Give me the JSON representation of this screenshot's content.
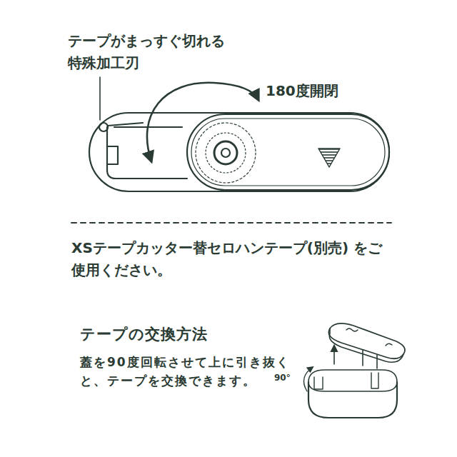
{
  "diagram": {
    "labels": [
      "テープがまっすぐ切れる 特殊加工刃",
      "180度開閉",
      "XSテープカッター替セロハンテープ(別売) をご使用ください。",
      "テープの交換方法",
      "蓋を90度回転させて上に引き抜くと、テープを交換できます。",
      "90°"
    ]
  }
}
